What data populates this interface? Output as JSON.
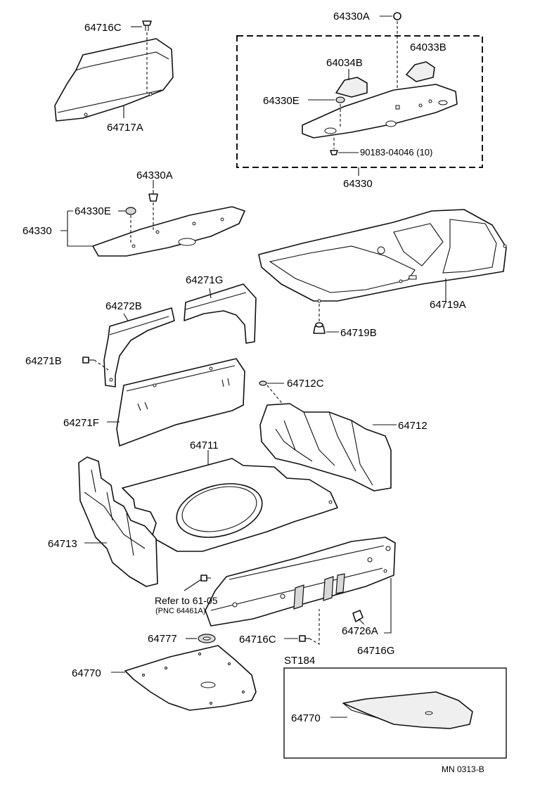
{
  "diagram": {
    "labels": {
      "p64716C_top": "64716C",
      "p64717A": "64717A",
      "p64330A_top": "64330A",
      "p64034B": "64034B",
      "p64033B": "64033B",
      "p64330E_top": "64330E",
      "p90183": "90183-04046 (10)",
      "p64330_box": "64330",
      "p64330A_mid": "64330A",
      "p64330E_mid": "64330E",
      "p64330_mid": "64330",
      "p64271G": "64271G",
      "p64272B": "64272B",
      "p64719A": "64719A",
      "p64719B": "64719B",
      "p64271B": "64271B",
      "p64712C": "64712C",
      "p64271F": "64271F",
      "p64712": "64712",
      "p64711": "64711",
      "p64713": "64713",
      "p_refer": "Refer to 61-05",
      "p_pnc": "(PNC 64461A)",
      "p64726A": "64726A",
      "p64777": "64777",
      "p64716C_bot": "64716C",
      "p64716G": "64716G",
      "p64770": "64770",
      "p_st184": "ST184",
      "p64770_inset": "64770",
      "p_code": "MN  0313-B"
    }
  }
}
